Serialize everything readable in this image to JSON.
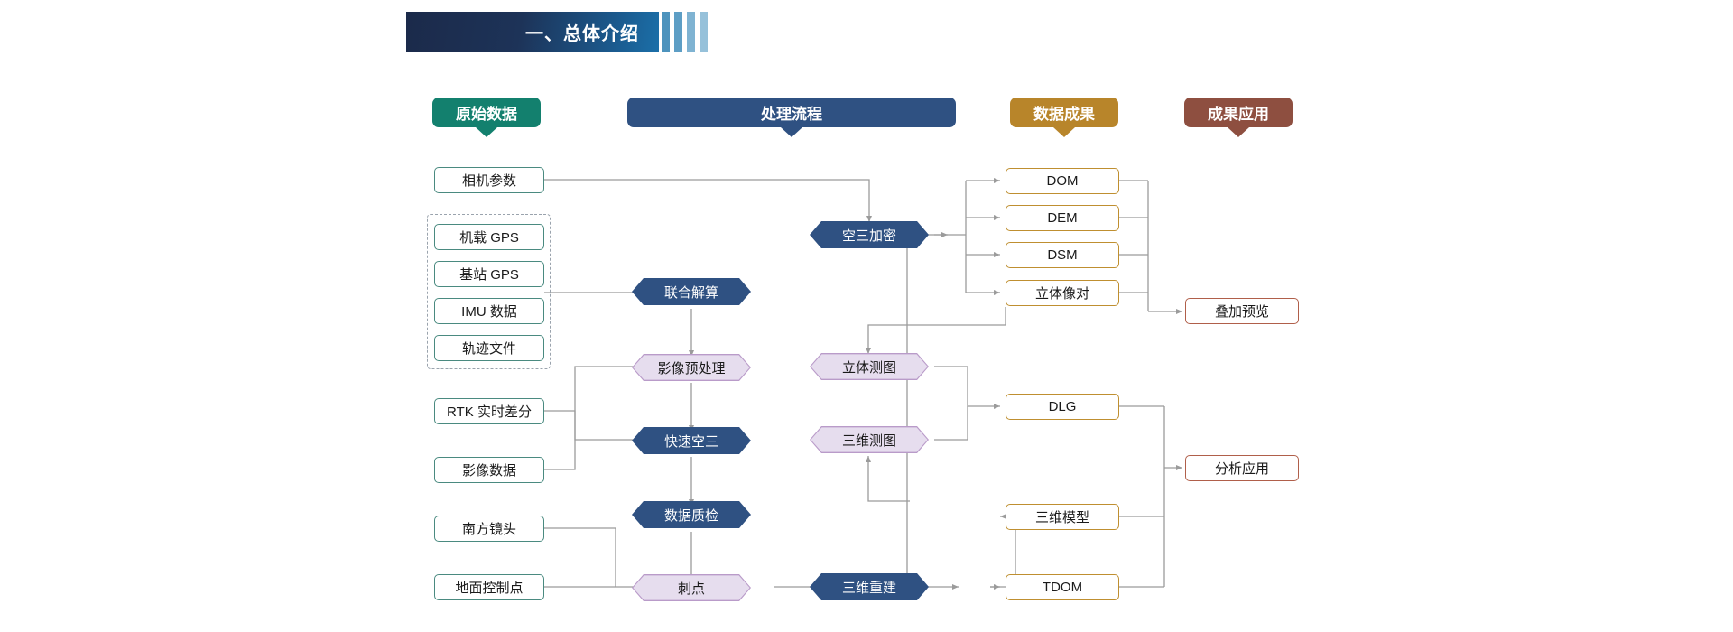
{
  "header": {
    "title": "一、总体介绍",
    "banner_gradient_from": "#1b2a4a",
    "banner_gradient_to": "#1b6fa8",
    "stripe_color": "#4d93bd"
  },
  "columns": [
    {
      "id": "raw-data",
      "label": "原始数据",
      "color": "#13806e"
    },
    {
      "id": "process",
      "label": "处理流程",
      "color": "#2f5182"
    },
    {
      "id": "data-result",
      "label": "数据成果",
      "color": "#b8852a"
    },
    {
      "id": "application",
      "label": "成果应用",
      "color": "#8e4f40"
    }
  ],
  "nodes": {
    "camera_params": "相机参数",
    "airborne_gps": "机载 GPS",
    "base_gps": "基站 GPS",
    "imu_data": "IMU 数据",
    "track_file": "轨迹文件",
    "rtk": "RTK 实时差分",
    "image_data": "影像数据",
    "south_lens": "南方镜头",
    "ground_ctrl": "地面控制点",
    "joint_solve": "联合解算",
    "image_preproc": "影像预处理",
    "fast_at": "快速空三",
    "quality_check": "数据质检",
    "stab": "刺点",
    "at_densify": "空三加密",
    "stereo_mapping": "立体测图",
    "three_d_mapping": "三维测图",
    "three_d_recon": "三维重建",
    "dom": "DOM",
    "dem": "DEM",
    "dsm": "DSM",
    "stereo_pair": "立体像对",
    "dlg": "DLG",
    "three_d_model": "三维模型",
    "tdom": "TDOM",
    "overlay_preview": "叠加预览",
    "analysis_app": "分析应用"
  },
  "palette": {
    "teal_border": "#4a8a80",
    "gold_border": "#bf8f30",
    "brick_border": "#b05f4a",
    "hex_navy": "#2f5182",
    "hex_purple_fill": "#e6ddee",
    "hex_purple_border": "#b99bc9",
    "connector": "#9b9b9b",
    "dash_border": "#9aa3ad"
  }
}
